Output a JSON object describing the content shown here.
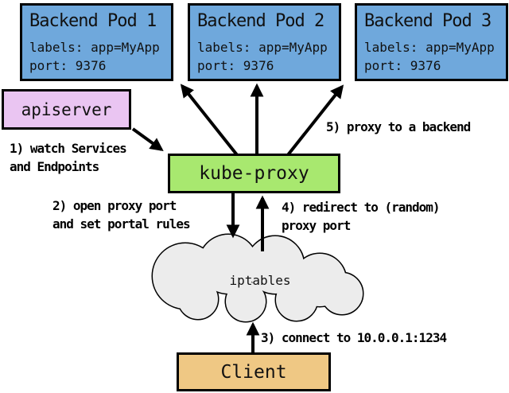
{
  "colors": {
    "background": "#FFFFFF",
    "pod_fill": "#6FA8DC",
    "apiserver_fill": "#EAC5F2",
    "kube_proxy_fill": "#A8E86F",
    "client_fill": "#EFC884",
    "cloud_fill": "#ECECEC",
    "border": "#000000"
  },
  "pods": [
    {
      "title": "Backend Pod 1",
      "labels": "labels: app=MyApp",
      "port": "port: 9376"
    },
    {
      "title": "Backend Pod 2",
      "labels": "labels: app=MyApp",
      "port": "port: 9376"
    },
    {
      "title": "Backend Pod 3",
      "labels": "labels: app=MyApp",
      "port": "port: 9376"
    }
  ],
  "nodes": {
    "apiserver": "apiserver",
    "kube_proxy": "kube-proxy",
    "iptables": "iptables",
    "client": "Client"
  },
  "annotations": {
    "step1": "1) watch Services\nand Endpoints",
    "step2": "2) open proxy port\nand set portal rules",
    "step3": "3) connect to 10.0.0.1:1234",
    "step4": "4) redirect to (random)\nproxy port",
    "step5": "5) proxy to a backend"
  }
}
